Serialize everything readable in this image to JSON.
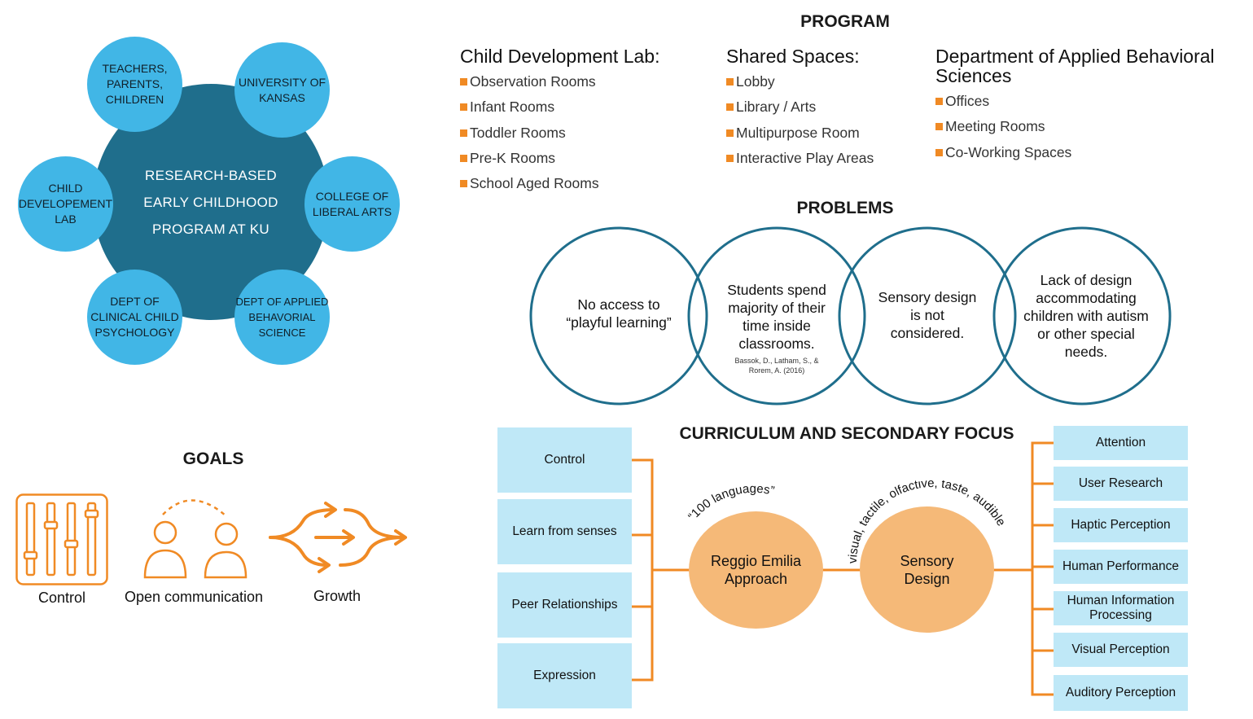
{
  "cluster": {
    "center": "RESEARCH-BASED\nEARLY CHILDHOOD\nPROGRAM AT KU",
    "satellites": [
      "TEACHERS,\nPARENTS,\nCHILDREN",
      "UNIVERSITY OF\nKANSAS",
      "CHILD\nDEVELOPEMENT\nLAB",
      "COLLEGE OF\nLIBERAL ARTS",
      "DEPT OF\nCLINICAL CHILD\nPSYCHOLOGY",
      "DEPT OF APPLIED\nBEHAVORIAL\nSCIENCE"
    ]
  },
  "program": {
    "heading": "PROGRAM",
    "columns": [
      {
        "title": "Child Development Lab:",
        "items": [
          "Observation Rooms",
          "Infant Rooms",
          "Toddler Rooms",
          "Pre-K Rooms",
          "School Aged Rooms"
        ]
      },
      {
        "title": "Shared Spaces:",
        "items": [
          "Lobby",
          "Library / Arts",
          "Multipurpose Room",
          "Interactive Play Areas"
        ]
      },
      {
        "title": "Department of Applied Behavioral Sciences",
        "items": [
          "Offices",
          "Meeting Rooms",
          "Co-Working Spaces"
        ]
      }
    ]
  },
  "problems": {
    "heading": "PROBLEMS",
    "items": [
      "No access to “playful learning”",
      "Students spend majority of their time inside classrooms.",
      "Sensory design is not considered.",
      "Lack of design accommodating children with autism or other special needs."
    ],
    "citation": "Bassok, D., Latham, S., & Rorem, A. (2016)"
  },
  "goals": {
    "heading": "GOALS",
    "items": [
      {
        "label": "Control",
        "icon": "sliders-icon"
      },
      {
        "label": "Open communication",
        "icon": "people-talking-icon"
      },
      {
        "label": "Growth",
        "icon": "branching-arrows-icon"
      }
    ]
  },
  "curriculum": {
    "heading": "CURRICULUM AND SECONDARY FOCUS",
    "left_boxes": [
      "Control",
      "Learn from senses",
      "Peer Relationships",
      "Expression"
    ],
    "reggio": "Reggio Emilia\nApproach",
    "reggio_arc": "“100 languages”",
    "sensory": "Sensory\nDesign",
    "sensory_arc": "visual, tactile, olfactive, taste, audible",
    "right_boxes": [
      "Attention",
      "User Research",
      "Haptic Perception",
      "Human Performance",
      "Human Information Processing",
      "Visual Perception",
      "Auditory Perception"
    ]
  },
  "colors": {
    "teal_dark": "#1f6e8c",
    "sky": "#41b6e6",
    "orange": "#f08a24",
    "peach": "#f5b978",
    "light_blue": "#bfe8f7"
  }
}
